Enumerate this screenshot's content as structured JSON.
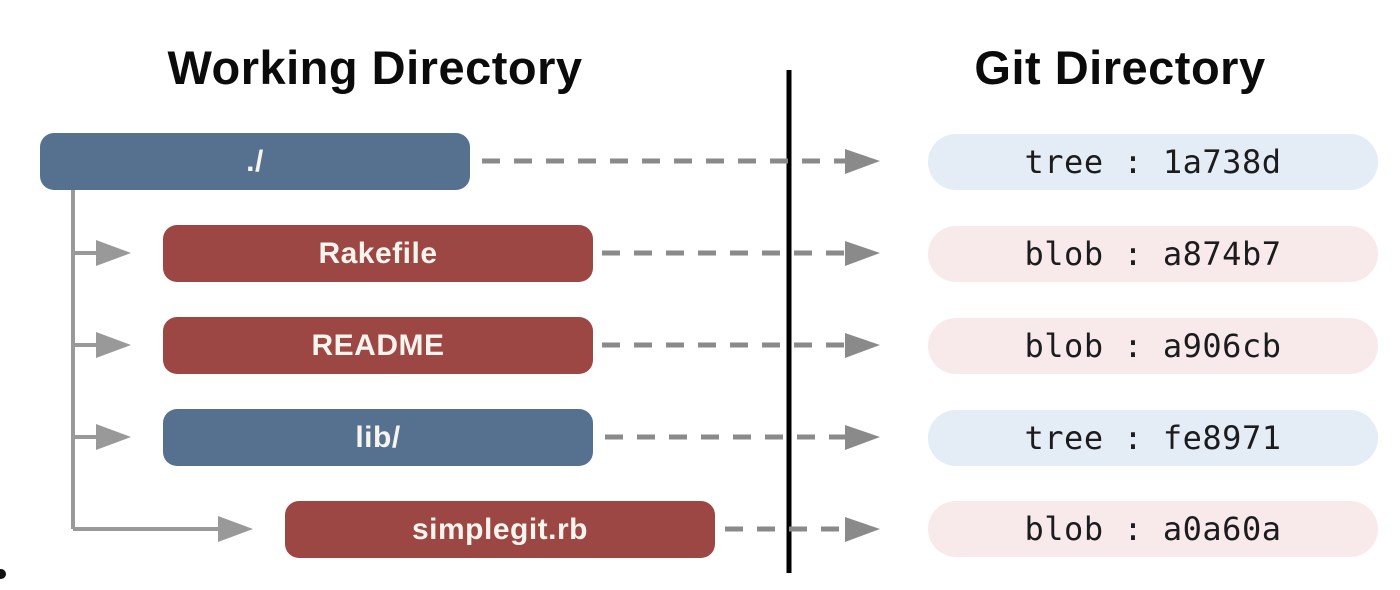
{
  "titles": {
    "left": "Working Directory",
    "right": "Git Directory"
  },
  "rows": [
    {
      "left": {
        "label": "./",
        "kind": "directory"
      },
      "right": {
        "label": "tree : 1a738d",
        "kind": "tree"
      }
    },
    {
      "left": {
        "label": "Rakefile",
        "kind": "file"
      },
      "right": {
        "label": "blob : a874b7",
        "kind": "blob"
      }
    },
    {
      "left": {
        "label": "README",
        "kind": "file"
      },
      "right": {
        "label": "blob : a906cb",
        "kind": "blob"
      }
    },
    {
      "left": {
        "label": "lib/",
        "kind": "directory"
      },
      "right": {
        "label": "tree : fe8971",
        "kind": "tree"
      }
    },
    {
      "left": {
        "label": "simplegit.rb",
        "kind": "file"
      },
      "right": {
        "label": "blob : a0a60a",
        "kind": "blob"
      }
    }
  ],
  "colors": {
    "directory_bg": "#56718F",
    "file_bg": "#9D4744",
    "tree_bg": "#E4ECF6",
    "blob_bg": "#F8EAEA",
    "node_text": "#F7F4EE",
    "pill_text": "#1C1C1E",
    "arrow": "#8A8A8A",
    "connector": "#999999",
    "divider": "#000000",
    "title_text": "#0B0B0C",
    "page_bg": "#FFFFFF"
  }
}
